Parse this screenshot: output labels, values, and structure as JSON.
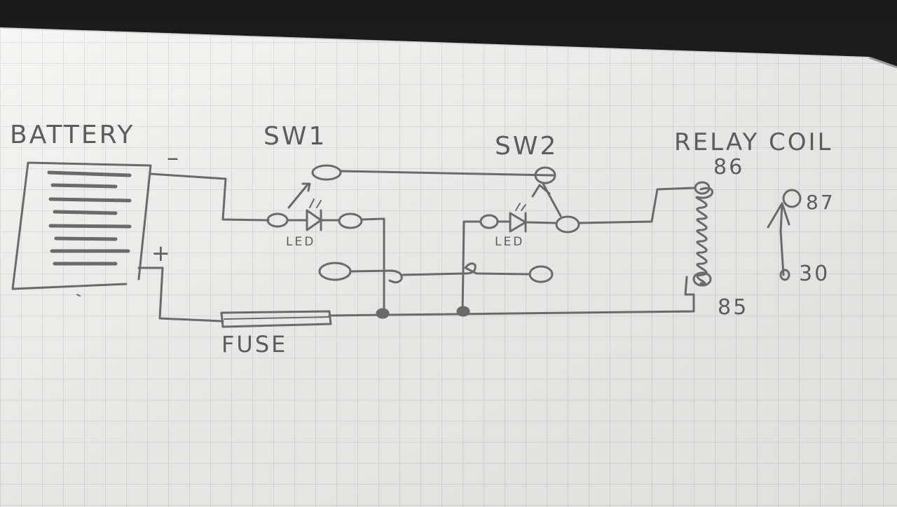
{
  "diagram": {
    "labels": {
      "battery": "BATTERY",
      "battery_negative": "–",
      "battery_positive": "+",
      "fuse": "FUSE",
      "sw1": "SW1",
      "sw2": "SW2",
      "led1": "LED",
      "led2": "LED",
      "relay_coil": "RELAY COIL",
      "pin_86": "86",
      "pin_85": "85",
      "pin_87": "87",
      "pin_30": "30"
    }
  },
  "colors": {
    "paper": "#f4f4f2",
    "grid": "#c9ccd0",
    "ink": "#666666"
  }
}
